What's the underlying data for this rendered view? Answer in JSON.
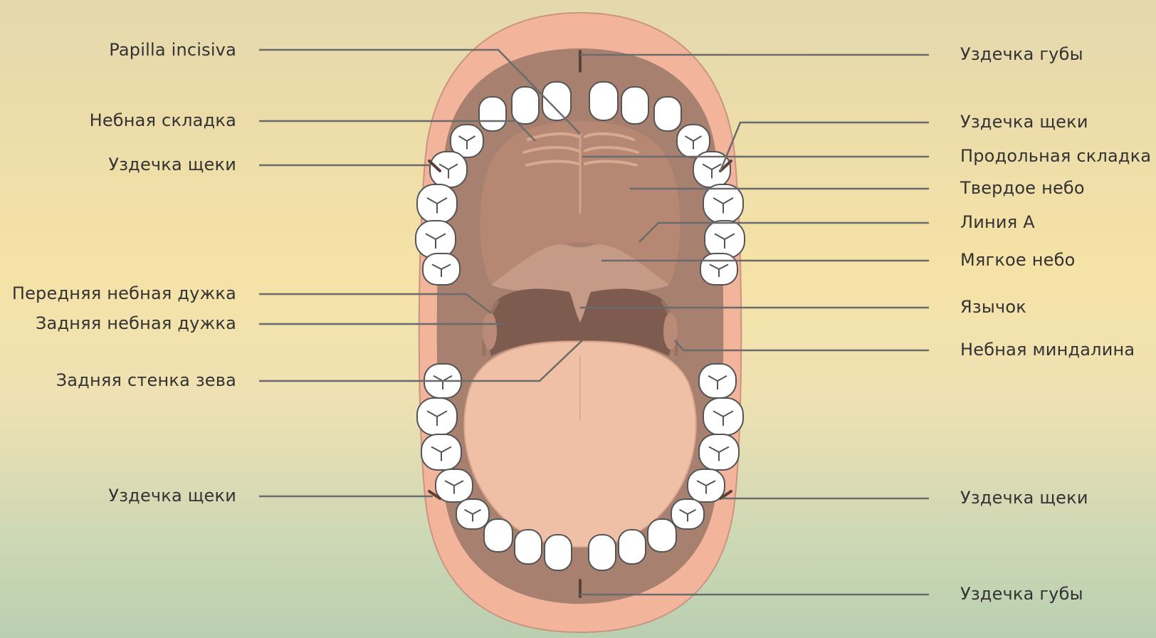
{
  "colors": {
    "lip": "#f2b49a",
    "lip_edge": "#c99480",
    "mouth_cavity": "#a8806f",
    "palate": "#b68874",
    "soft_palate": "#c59a86",
    "throat": "#7d5b4e",
    "tongue": "#f0c0a6",
    "tooth": "#ffffff",
    "tooth_line": "#555555",
    "leader_line": "#6b6b6b"
  },
  "labels_left": {
    "papilla": "Papilla incisiva",
    "palatine_fold": "Небная складка",
    "cheek_frenulum_upper": "Уздечка щеки",
    "anterior_arch": "Передняя небная дужка",
    "posterior_arch": "Задняя небная дужка",
    "pharynx_wall": "Задняя стенка зева",
    "cheek_frenulum_lower": "Уздечка щеки"
  },
  "labels_right": {
    "lip_frenulum_upper": "Уздечка губы",
    "cheek_frenulum_upper": "Уздечка щеки",
    "longitudinal_fold": "Продольная складка",
    "hard_palate": "Твердое небо",
    "line_a": "Линия А",
    "soft_palate": "Мягкое небо",
    "uvula": "Язычок",
    "tonsil": "Небная миндалина",
    "cheek_frenulum_lower": "Уздечка щеки",
    "lip_frenulum_lower": "Уздечка губы"
  }
}
